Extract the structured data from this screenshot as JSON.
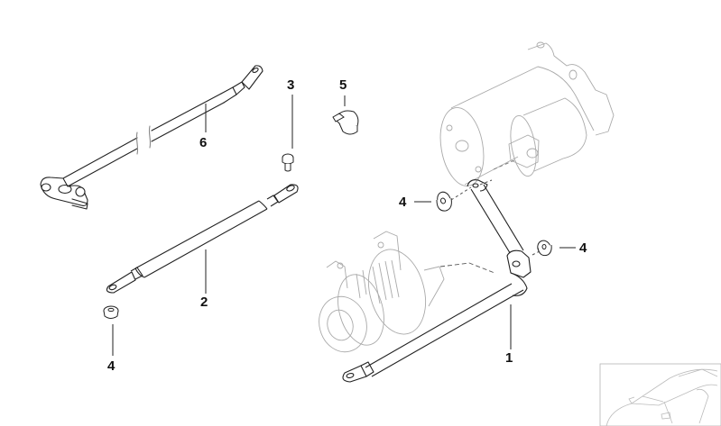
{
  "diagram": {
    "type": "exploded parts diagram",
    "subject": "Battery cable, starter and alternator",
    "colors": {
      "line": "#222222",
      "ghost_line": "#b0b0b0",
      "background": "#ffffff"
    },
    "callouts": [
      {
        "id": "c6",
        "label": "6",
        "part": "battery-cable-with-terminal-clamp"
      },
      {
        "id": "c3",
        "label": "3",
        "part": "bolt"
      },
      {
        "id": "c5",
        "label": "5",
        "part": "cable-clip"
      },
      {
        "id": "c2",
        "label": "2",
        "part": "ground-cable"
      },
      {
        "id": "c4a",
        "label": "4",
        "part": "nut-cap"
      },
      {
        "id": "c4b",
        "label": "4",
        "part": "nut-cap"
      },
      {
        "id": "c4c",
        "label": "4",
        "part": "nut-cap"
      },
      {
        "id": "c1",
        "label": "1",
        "part": "starter-alternator-cable"
      }
    ],
    "context_parts": [
      "starter-motor",
      "alternator"
    ],
    "thumbnail": {
      "subject": "car-outline-thumbnail"
    }
  }
}
